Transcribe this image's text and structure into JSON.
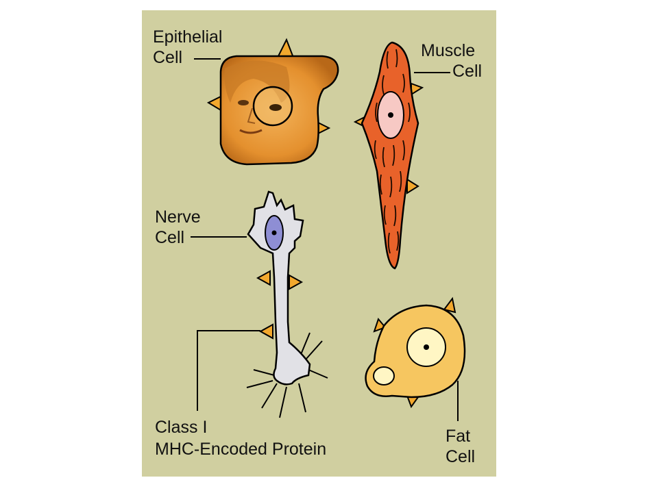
{
  "labels": {
    "epithelial": [
      "Epithelial",
      "Cell"
    ],
    "muscle": [
      "Muscle",
      "Cell"
    ],
    "nerve": [
      "Nerve",
      "Cell"
    ],
    "fat": [
      "Fat",
      "Cell"
    ],
    "protein": [
      "Class I",
      "MHC-Encoded Protein"
    ]
  },
  "colors": {
    "background": "#d0cfa0",
    "epithelial": "#e8962e",
    "muscle": "#e8622a",
    "muscle_nucleus": "#f7c9c4",
    "nerve": "#e1e1e6",
    "nerve_nucleus": "#8e8ed4",
    "fat": "#f6c660",
    "fat_droplet": "#fff6c4",
    "protein_spike": "#f2a82e"
  }
}
